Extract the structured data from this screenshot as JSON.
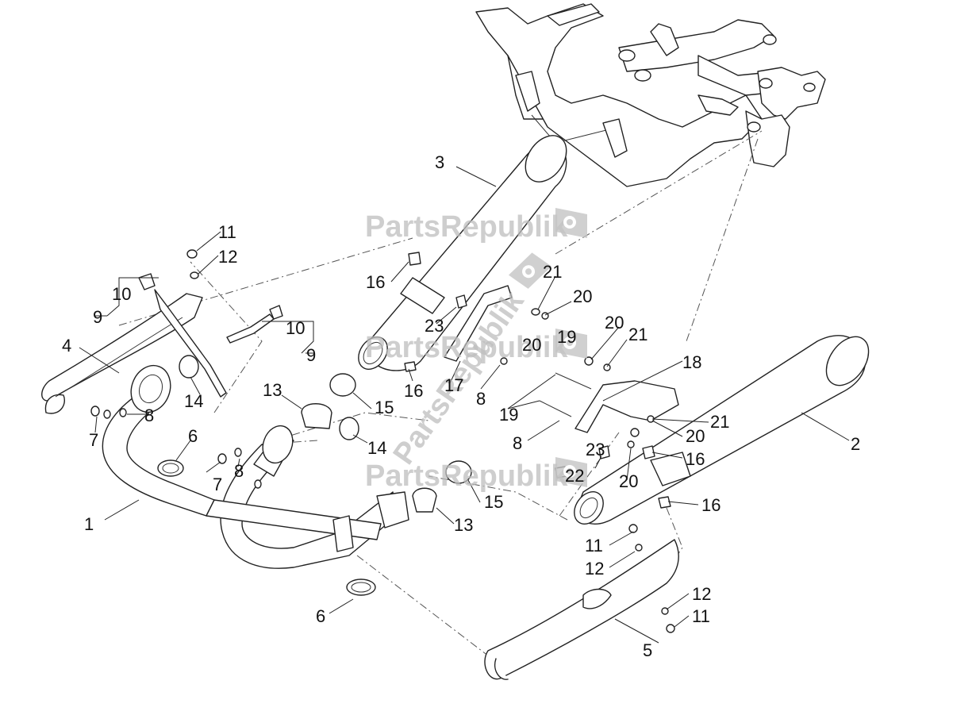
{
  "watermark": {
    "text": "PartsRepublik",
    "icon": "gear-flag-icon"
  },
  "callouts": {
    "c1": "1",
    "c2": "2",
    "c3": "3",
    "c4": "4",
    "c5": "5",
    "c6a": "6",
    "c6b": "6",
    "c7a": "7",
    "c7b": "7",
    "c8a": "8",
    "c8b": "8",
    "c8c": "8",
    "c8d": "8",
    "c9a": "9",
    "c9b": "9",
    "c10a": "10",
    "c10b": "10",
    "c11a": "11",
    "c11b": "11",
    "c11c": "11",
    "c12a": "12",
    "c12b": "12",
    "c12c": "12",
    "c13a": "13",
    "c13b": "13",
    "c14a": "14",
    "c14b": "14",
    "c15a": "15",
    "c15b": "15",
    "c16a": "16",
    "c16b": "16",
    "c16c": "16",
    "c16d": "16",
    "c17": "17",
    "c18": "18",
    "c19a": "19",
    "c19b": "19",
    "c20a": "20",
    "c20b": "20",
    "c20c": "20",
    "c20d": "20",
    "c20e": "20",
    "c21a": "21",
    "c21b": "21",
    "c21c": "21",
    "c22": "22",
    "c23a": "23",
    "c23b": "23"
  }
}
